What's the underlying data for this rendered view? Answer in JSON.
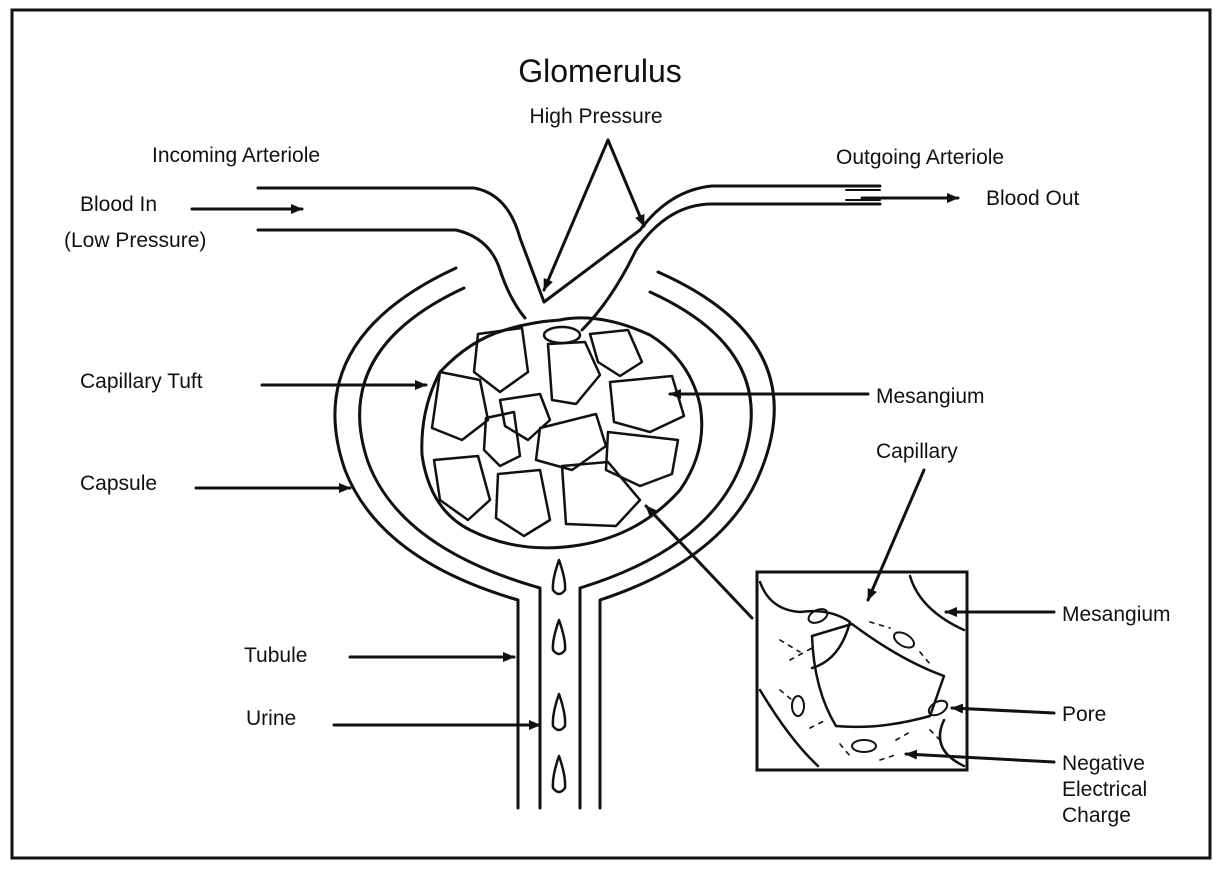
{
  "title": "Glomerulus",
  "labels": {
    "high_pressure": "High Pressure",
    "incoming_arteriole": "Incoming Arteriole",
    "outgoing_arteriole": "Outgoing Arteriole",
    "blood_in": "Blood In",
    "low_pressure": "(Low Pressure)",
    "blood_out": "Blood Out",
    "capillary_tuft": "Capillary Tuft",
    "mesangium": "Mesangium",
    "capillary": "Capillary",
    "capsule": "Capsule",
    "tubule": "Tubule",
    "urine": "Urine",
    "inset_mesangium": "Mesangium",
    "pore": "Pore",
    "negative_line1": "Negative",
    "negative_line2": "Electrical",
    "negative_line3": "Charge"
  },
  "colors": {
    "ink": "#111111",
    "paper": "#ffffff"
  }
}
